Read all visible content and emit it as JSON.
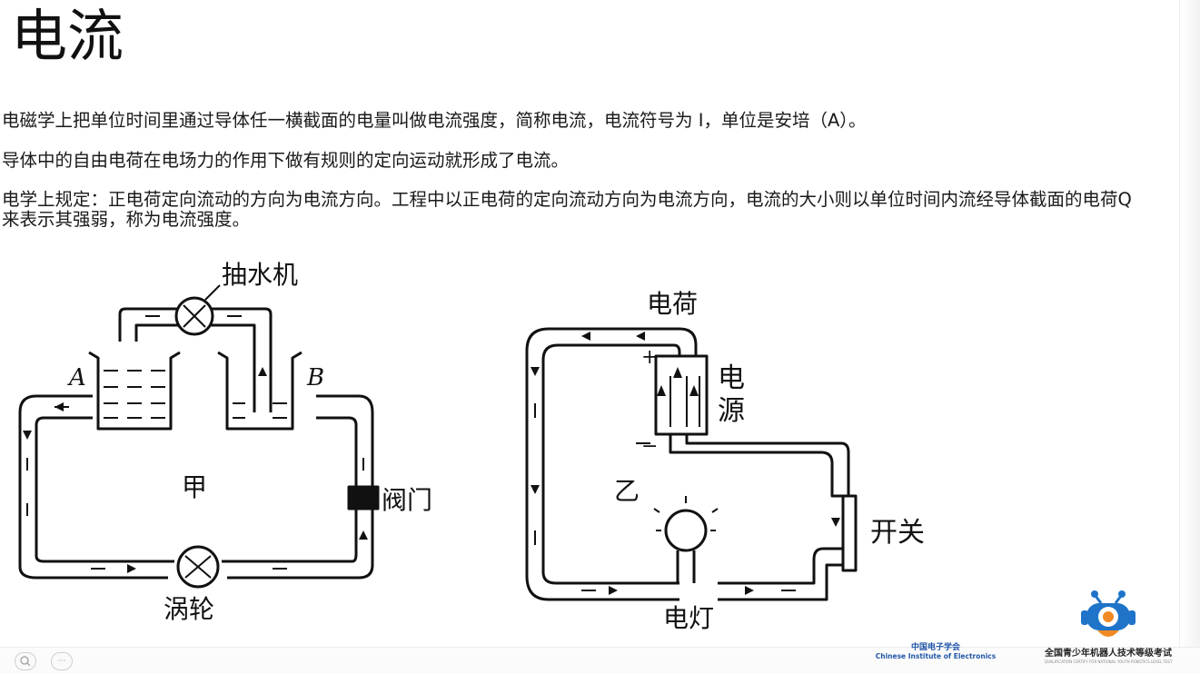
{
  "slide": {
    "title": "电流",
    "paragraphs": [
      "电磁学上把单位时间里通过导体任一横截面的电量叫做电流强度，简称电流，电流符号为 I，单位是安培（A）。",
      "导体中的自由电荷在电场力的作用下做有规则的定向运动就形成了电流。",
      "电学上规定：正电荷定向流动的方向为电流方向。工程中以正电荷的定向流动方向为电流方向，电流的大小则以单位时间内流经导体截面的电荷Q来表示其强弱，称为电流强度。"
    ]
  },
  "diagram": {
    "water": {
      "pump": "抽水机",
      "tank_a": "A",
      "tank_b": "B",
      "center": "甲",
      "valve": "阀门",
      "turbine": "涡轮"
    },
    "electric": {
      "charge": "电荷",
      "plus": "+",
      "minus": "−",
      "source_1": "电",
      "source_2": "源",
      "center": "乙",
      "switch": "开关",
      "lamp": "电灯"
    }
  },
  "logos": {
    "cie_cn": "中国电子学会",
    "cie_en": "Chinese Institute of Electronics",
    "robot_cn": "全国青少年机器人技术等级考试",
    "robot_en": "QUALIFICATION CERTIFY FOR NATIONAL YOUTH ROBOTICS LEVEL TEST"
  },
  "controls": {
    "zoom_label": "",
    "menu_label": "⋯"
  },
  "colors": {
    "robot_blue": "#1f74c9",
    "robot_orange": "#f08a24",
    "cie_blue": "#2257a8"
  }
}
